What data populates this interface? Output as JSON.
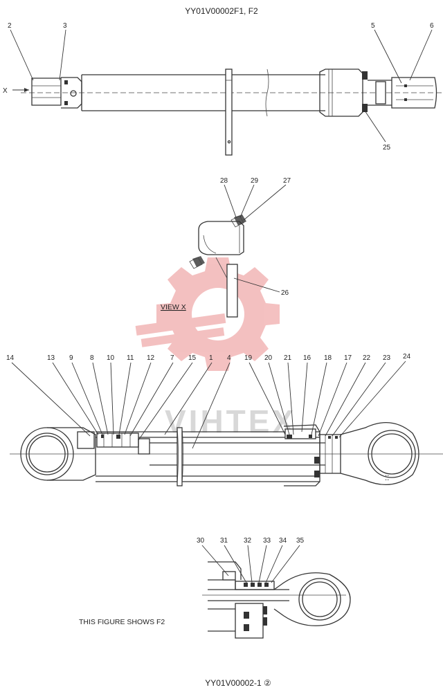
{
  "header": {
    "title": "YY01V00002F1, F2"
  },
  "footer": {
    "code": "YY01V00002-1 ②"
  },
  "watermark": {
    "text": "VIHTEX",
    "logo_color": "#f2b6b6"
  },
  "view_label": "VIEW  X",
  "view_arrow_label": "X",
  "note": "THIS FIGURE SHOWS  F2",
  "callouts": {
    "c1": "1",
    "c2": "2",
    "c3": "3",
    "c4": "4",
    "c5": "5",
    "c6": "6",
    "c7": "7",
    "c8": "8",
    "c9": "9",
    "c10": "10",
    "c11": "11",
    "c12": "12",
    "c13": "13",
    "c14": "14",
    "c15": "15",
    "c16": "16",
    "c17": "17",
    "c18": "18",
    "c19": "19",
    "c20": "20",
    "c21": "21",
    "c22": "22",
    "c23": "23",
    "c24": "24",
    "c25": "25",
    "c26": "26",
    "c27": "27",
    "c28": "28",
    "c29": "29",
    "c30": "30",
    "c31": "31",
    "c32": "32",
    "c33": "33",
    "c34": "34",
    "c35": "35"
  }
}
